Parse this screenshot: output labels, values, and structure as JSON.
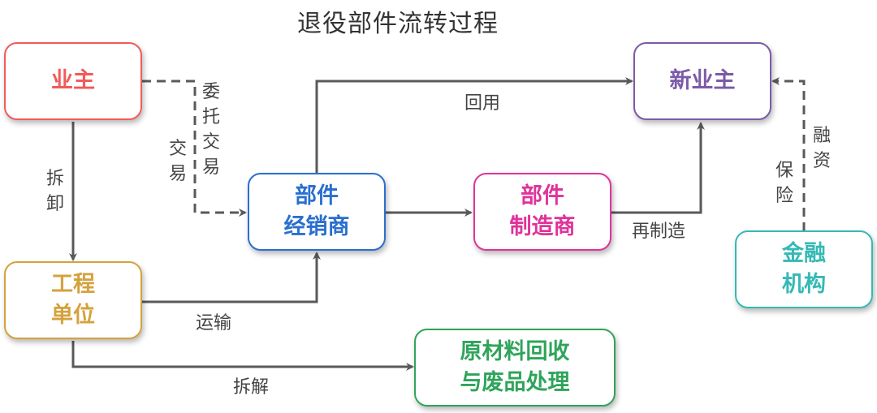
{
  "title": "退役部件流转过程",
  "nodes": {
    "owner": {
      "lines": [
        "业主"
      ],
      "color": "#f25a5a"
    },
    "new_owner": {
      "lines": [
        "新业主"
      ],
      "color": "#7c5aa8"
    },
    "distributor": {
      "lines": [
        "部件",
        "经销商"
      ],
      "color": "#2a6fcf"
    },
    "manufacturer": {
      "lines": [
        "部件",
        "制造商"
      ],
      "color": "#e0339a"
    },
    "engineering": {
      "lines": [
        "工程",
        "单位"
      ],
      "color": "#d4a23c"
    },
    "finance": {
      "lines": [
        "金融",
        "机构"
      ],
      "color": "#35b9b5"
    },
    "recycling": {
      "lines": [
        "原材料回收",
        "与废品处理"
      ],
      "color": "#2fa45a"
    }
  },
  "edge_labels": {
    "entrust": [
      "委",
      "托",
      "交",
      "易"
    ],
    "trade": [
      "交",
      "易"
    ],
    "dismantle": [
      "拆",
      "卸"
    ],
    "reuse": "回用",
    "remanufacture": "再制造",
    "transport": "运输",
    "disassemble": "拆解",
    "financing": [
      "融",
      "资"
    ],
    "insurance": [
      "保",
      "险"
    ]
  },
  "colors": {
    "arrow": "#595959",
    "text": "#444444",
    "title": "#333333"
  }
}
